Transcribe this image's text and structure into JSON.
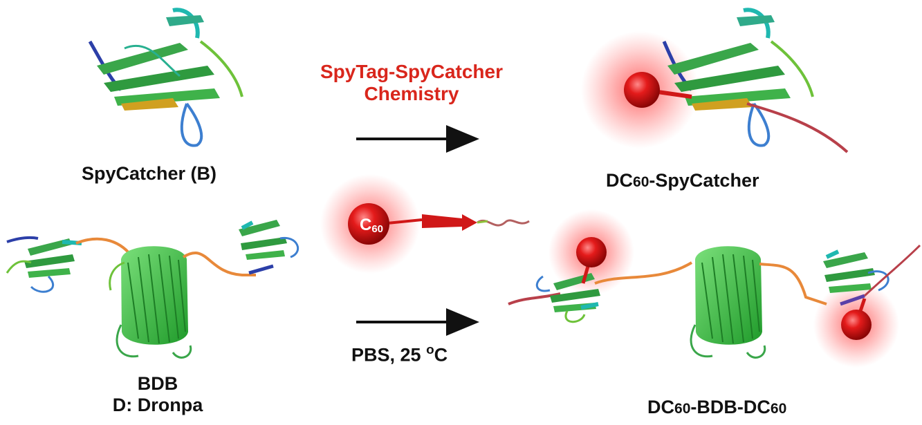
{
  "labels": {
    "spycatcher": "SpyCatcher (B)",
    "chemistry_line1": "SpyTag-SpyCatcher",
    "chemistry_line2": "Chemistry",
    "dc60_spycatcher_prefix": "DC",
    "dc60_spycatcher_sub": "60",
    "dc60_spycatcher_suffix": "-SpyCatcher",
    "c60_main": "C",
    "c60_sub": "60",
    "bdb": "BDB",
    "dronpa": "D: Dronpa",
    "conditions_prefix": "PBS, 25 ",
    "conditions_sup": "o",
    "conditions_suffix": "C",
    "product_p1": "DC",
    "product_s1": "60",
    "product_mid": "-BDB-DC",
    "product_s2": "60"
  },
  "colors": {
    "label_red": "#d9261c",
    "glow_red": "#ff3b3b",
    "sphere_red": "#e01818",
    "beta_green": "#3fbf3f",
    "linker_orange": "#e8893a",
    "helix_blue": "#2c4fbf",
    "loop_cyan": "#1fb8b0",
    "arrow_black": "#111111"
  }
}
